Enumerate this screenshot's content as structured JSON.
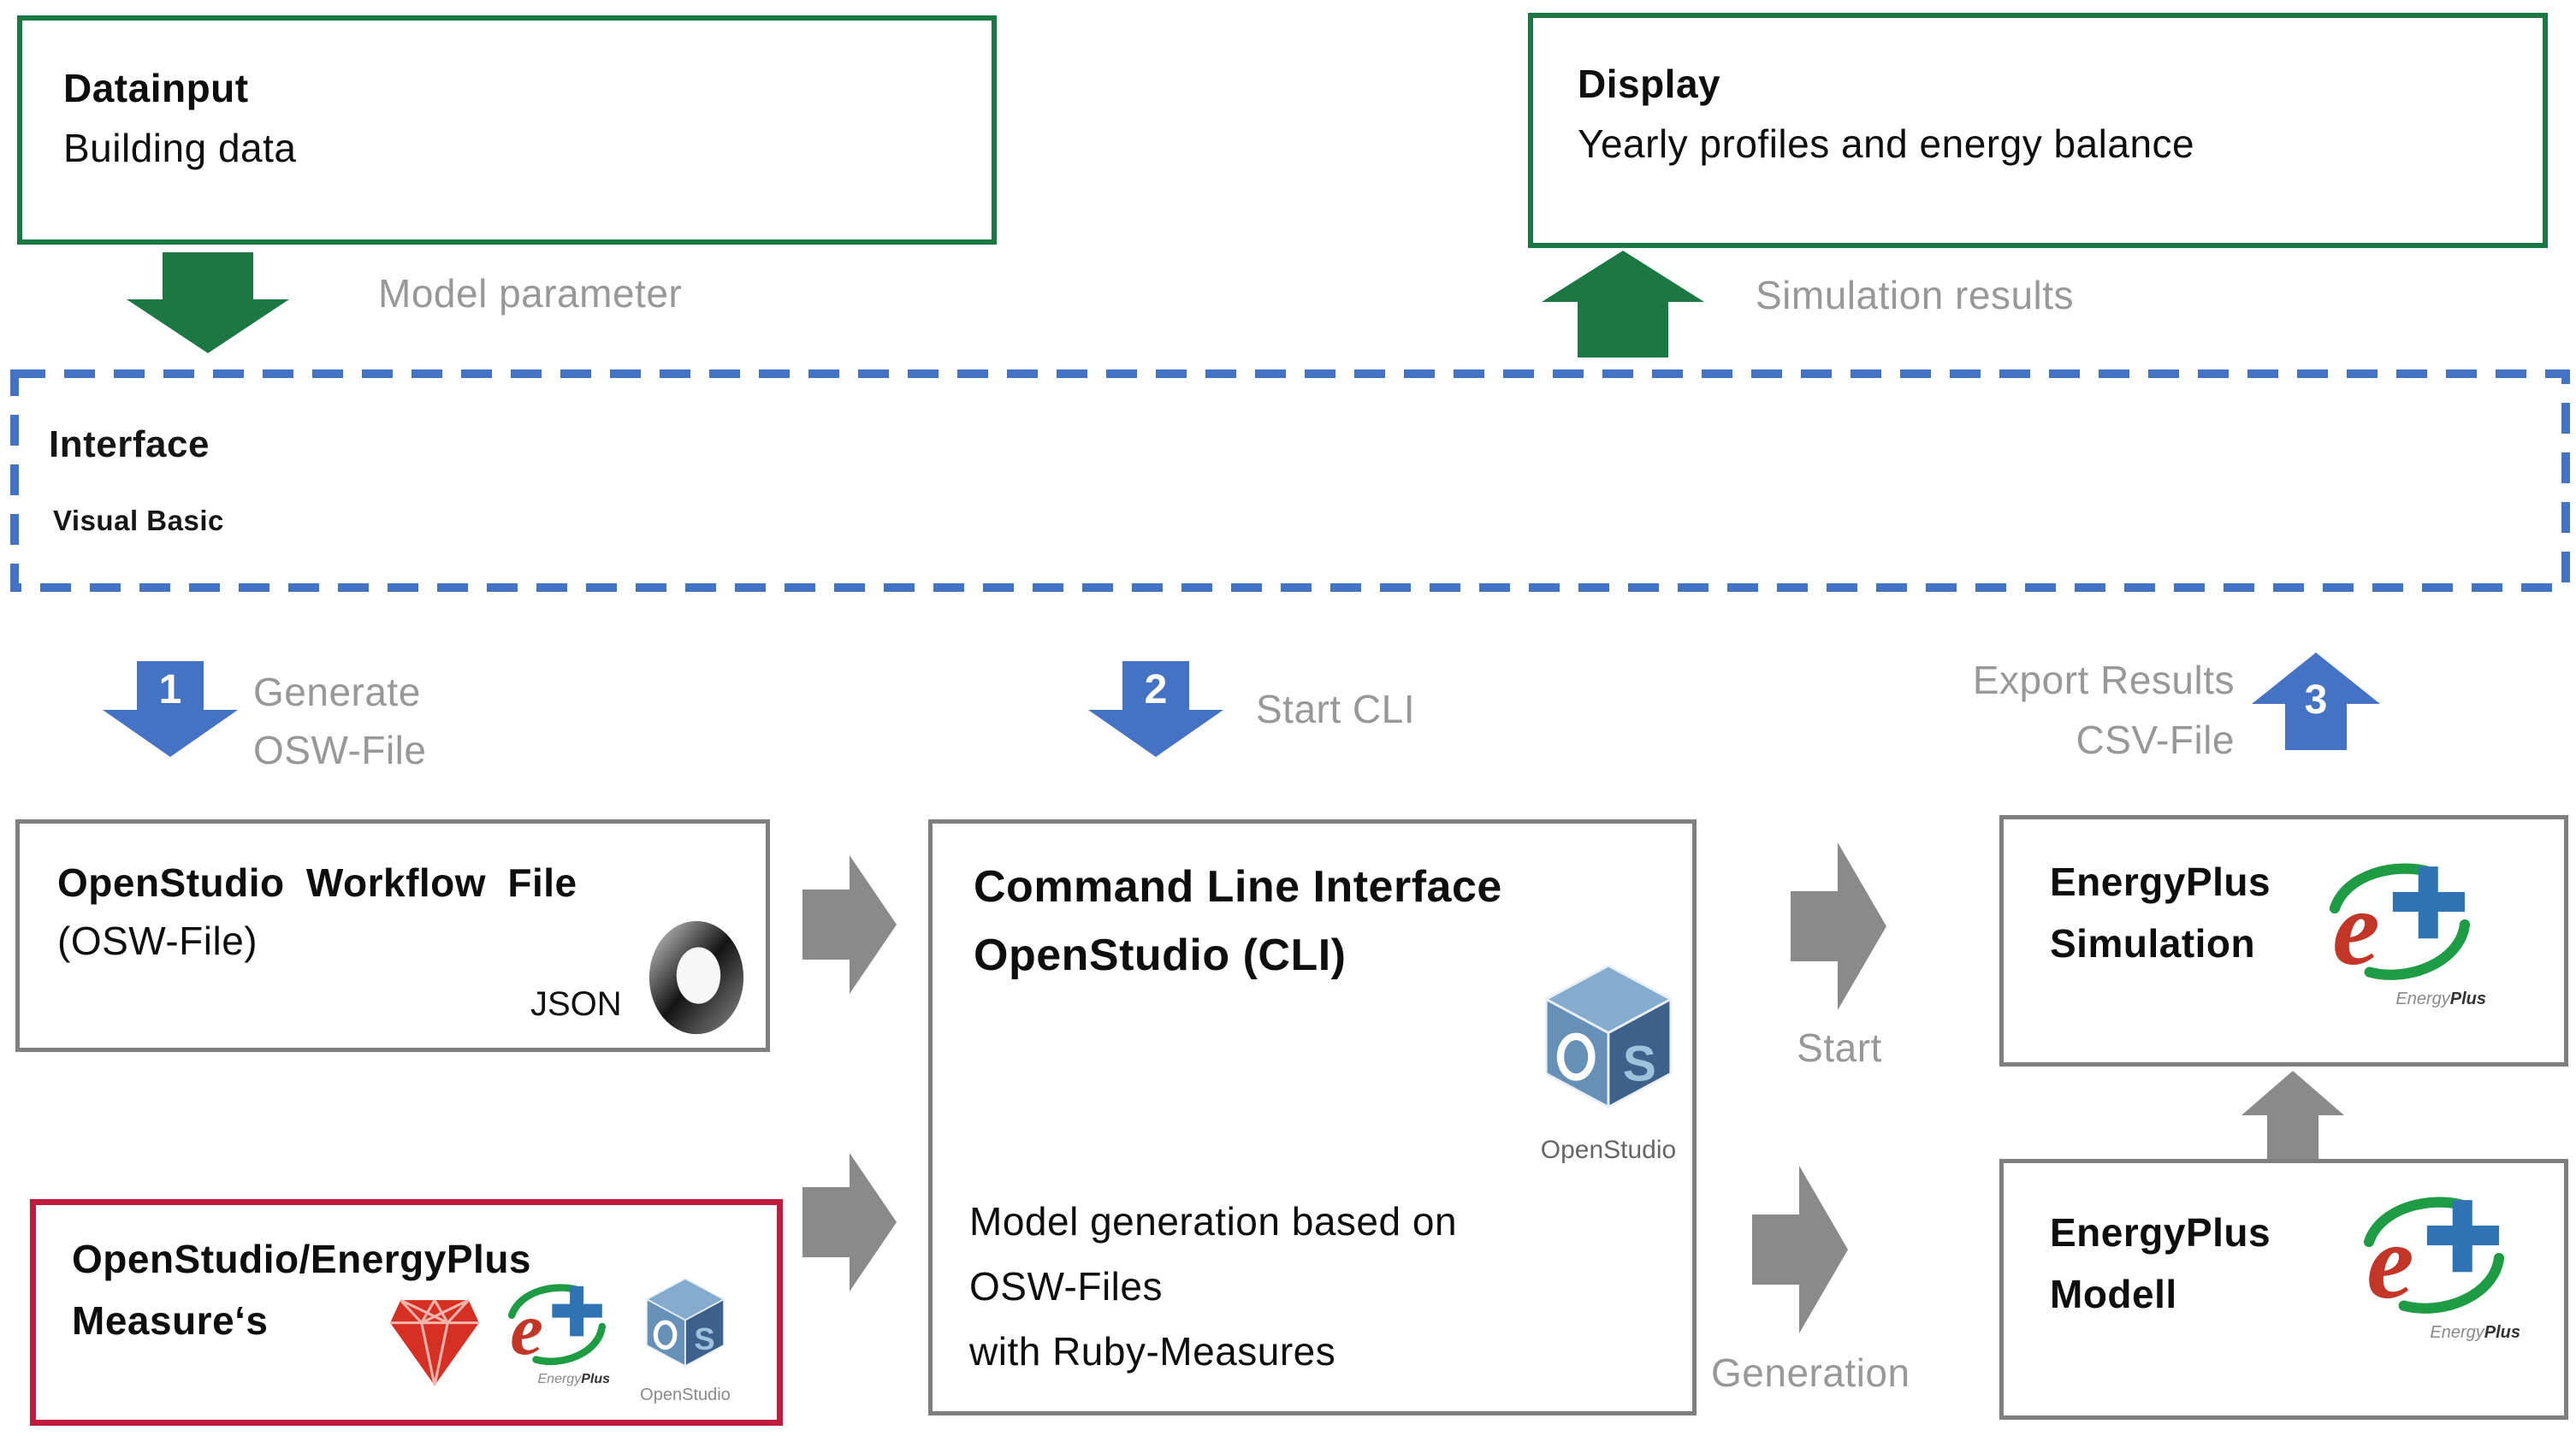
{
  "colors": {
    "green": "#1B7842",
    "blue": "#4472C4",
    "gray_arrow": "#8A8A8A",
    "gray_border": "#7F7F7F",
    "red": "#C01A3C",
    "label_gray": "#989898"
  },
  "top": {
    "datainput": {
      "title": "Datainput",
      "subtitle": "Building data"
    },
    "display": {
      "title": "Display",
      "subtitle": "Yearly profiles and energy balance"
    },
    "model_parameter_label": "Model parameter",
    "simulation_results_label": "Simulation results"
  },
  "interface": {
    "title": "Interface",
    "subtitle": "Visual Basic"
  },
  "steps": [
    {
      "number": "1",
      "label_lines": [
        "Generate",
        "OSW-File"
      ]
    },
    {
      "number": "2",
      "label_lines": [
        "Start CLI"
      ]
    },
    {
      "number": "3",
      "label_lines": [
        "Export Results",
        "CSV-File"
      ]
    }
  ],
  "boxes": {
    "osw": {
      "title": "OpenStudio Workflow File",
      "subtitle": "(OSW-File)",
      "icon_label": "JSON"
    },
    "measures": {
      "line1": "OpenStudio/EnergyPlus",
      "line2": "Measure‘s"
    },
    "cli": {
      "line1": "Command Line Interface",
      "line2": "OpenStudio (CLI)",
      "body_lines": [
        "Model generation based on",
        "OSW-Files",
        "with Ruby-Measures"
      ],
      "icon_caption": "OpenStudio"
    },
    "simulation": {
      "line1": "EnergyPlus",
      "line2": "Simulation"
    },
    "modell": {
      "line1": "EnergyPlus",
      "line2": "Modell"
    }
  },
  "flow": {
    "start_label": "Start",
    "generation_label": "Generation"
  },
  "logos": {
    "openstudio_caption": "OpenStudio",
    "energyplus_caption_light": "Energy",
    "energyplus_caption_bold": "Plus",
    "json_icon": "json-torus-icon",
    "ruby_icon": "ruby-gem-icon",
    "energyplus_icon": "energyplus-eplus-icon",
    "openstudio_icon": "openstudio-cube-icon"
  }
}
